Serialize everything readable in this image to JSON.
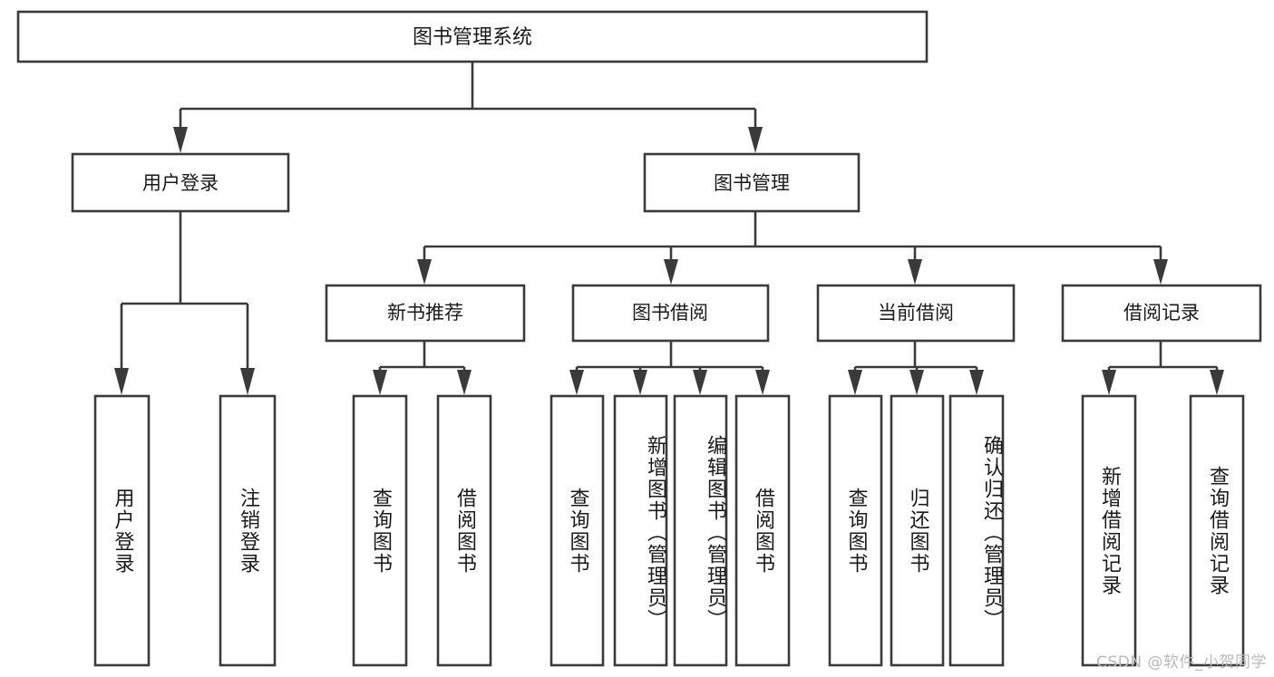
{
  "diagram": {
    "title": "图书管理系统",
    "type": "hierarchy-tree",
    "watermark": "CSDN @软件_小贺同学",
    "colors": {
      "stroke": "#3a3a3a",
      "fill": "#ffffff",
      "text": "#1a1a1a",
      "watermark": "#b9b9b9",
      "background": "#ffffff"
    },
    "root": {
      "label": "图书管理系统"
    },
    "level2": [
      {
        "label": "用户登录"
      },
      {
        "label": "图书管理"
      }
    ],
    "level3": [
      {
        "label": "新书推荐"
      },
      {
        "label": "图书借阅"
      },
      {
        "label": "当前借阅"
      },
      {
        "label": "借阅记录"
      }
    ],
    "leaves": {
      "user_login": [
        {
          "label": "用户登录"
        },
        {
          "label": "注销登录"
        }
      ],
      "new_book_recommend": [
        {
          "label": "查询图书"
        },
        {
          "label": "借阅图书"
        }
      ],
      "book_borrow": [
        {
          "label": "查询图书"
        },
        {
          "label": "新增图书（管理员）"
        },
        {
          "label": "编辑图书（管理员）"
        },
        {
          "label": "借阅图书"
        }
      ],
      "current_borrow": [
        {
          "label": "查询图书"
        },
        {
          "label": "归还图书"
        },
        {
          "label": "确认归还（管理员）"
        }
      ],
      "borrow_record": [
        {
          "label": "新增借阅记录"
        },
        {
          "label": "查询借阅记录"
        }
      ]
    }
  }
}
